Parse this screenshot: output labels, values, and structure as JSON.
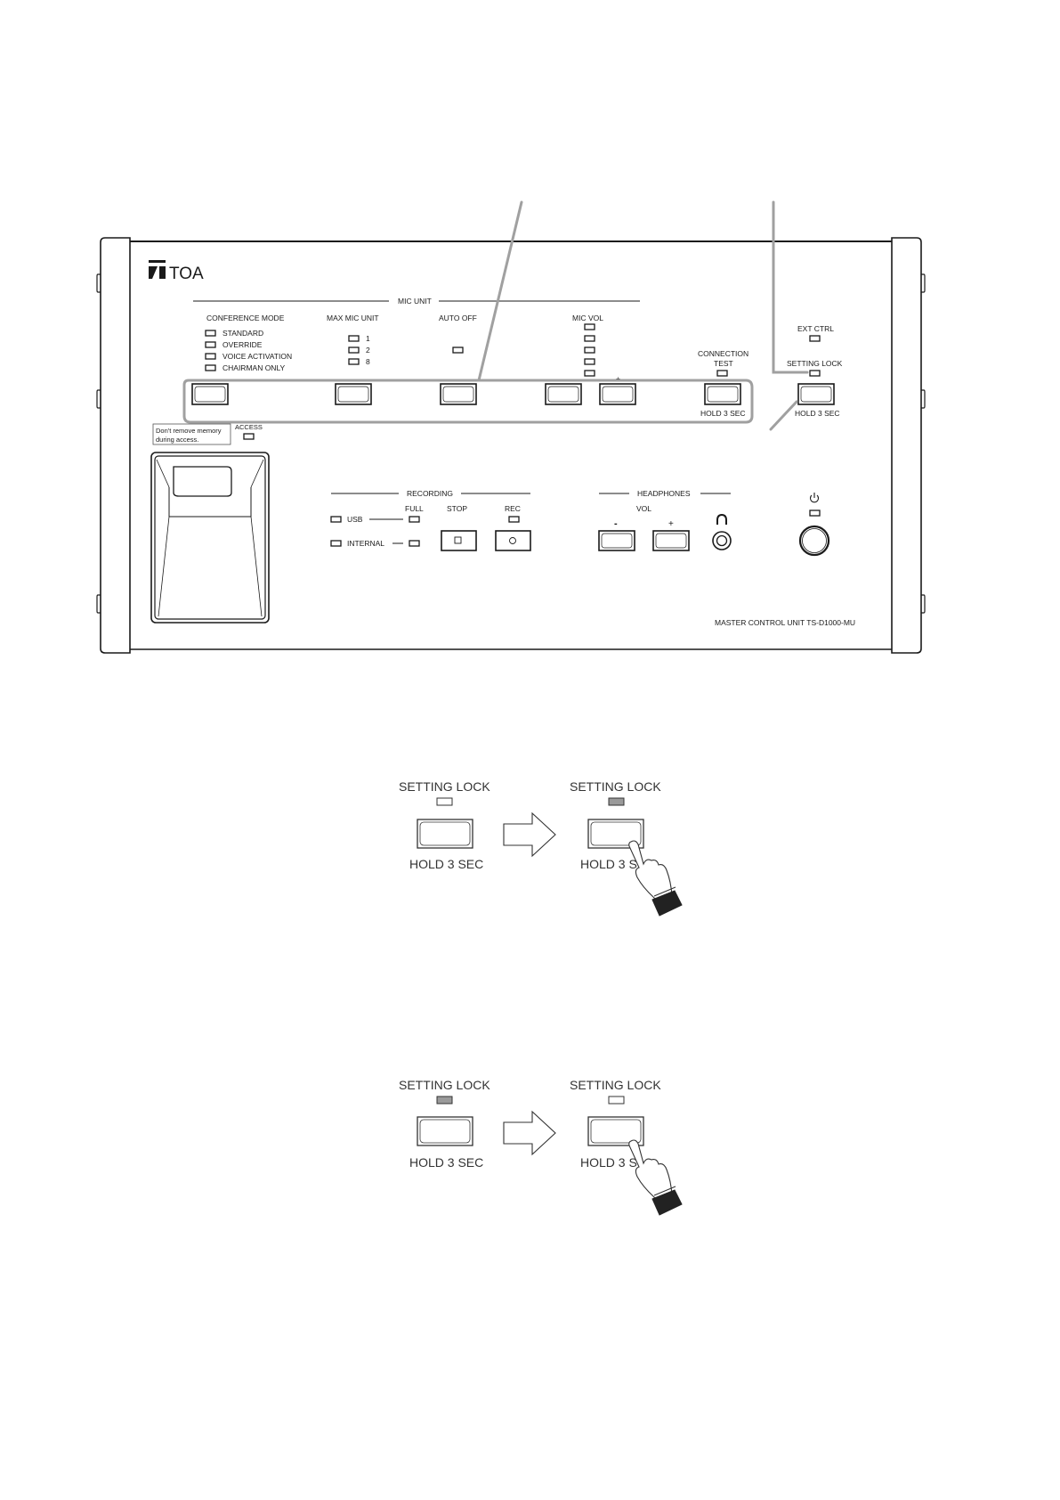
{
  "panel": {
    "brand": "TOA",
    "model_label": "MASTER CONTROL UNIT   TS-D1000-MU",
    "mic_unit": {
      "section_label": "MIC UNIT",
      "conference_mode": {
        "label": "CONFERENCE MODE",
        "options": [
          "STANDARD",
          "OVERRIDE",
          "VOICE ACTIVATION",
          "CHAIRMAN ONLY"
        ]
      },
      "max_mic_unit": {
        "label": "MAX MIC UNIT",
        "options": [
          "1",
          "2",
          "8"
        ]
      },
      "auto_off": {
        "label": "AUTO OFF"
      },
      "mic_vol": {
        "label": "MIC VOL",
        "minus": "–",
        "plus": "+",
        "led_count": 5
      },
      "connection_test": {
        "label_line1": "CONNECTION",
        "label_line2": "TEST",
        "hold": "HOLD 3 SEC"
      }
    },
    "ext_ctrl": {
      "label": "EXT CTRL"
    },
    "setting_lock": {
      "label": "SETTING LOCK",
      "hold": "HOLD 3 SEC"
    },
    "memory": {
      "warning_line1": "Don't remove memory",
      "warning_line2": "during access.",
      "access_label": "ACCESS"
    },
    "recording": {
      "section_label": "RECORDING",
      "full_label": "FULL",
      "stop_label": "STOP",
      "rec_label": "REC",
      "sources": [
        "USB",
        "INTERNAL"
      ]
    },
    "headphones": {
      "section_label": "HEADPHONES",
      "vol_label": "VOL",
      "minus": "-",
      "plus": "+",
      "jack_icon": "headphones-icon"
    },
    "power": {
      "icon": "power-icon"
    }
  },
  "steps": [
    {
      "before": {
        "label": "SETTING LOCK",
        "led": "off",
        "hold": "HOLD 3 SEC"
      },
      "after": {
        "label": "SETTING LOCK",
        "led": "on",
        "hold": "HOLD 3 S"
      }
    },
    {
      "before": {
        "label": "SETTING LOCK",
        "led": "on",
        "hold": "HOLD 3 SEC"
      },
      "after": {
        "label": "SETTING LOCK",
        "led": "off",
        "hold": "HOLD 3 S"
      }
    }
  ],
  "colors": {
    "line": "#1a1a1a",
    "callout": "#a0a0a0",
    "led_on": "#9a9a9a",
    "led_off": "#ffffff",
    "hand_cuff": "#222222"
  }
}
